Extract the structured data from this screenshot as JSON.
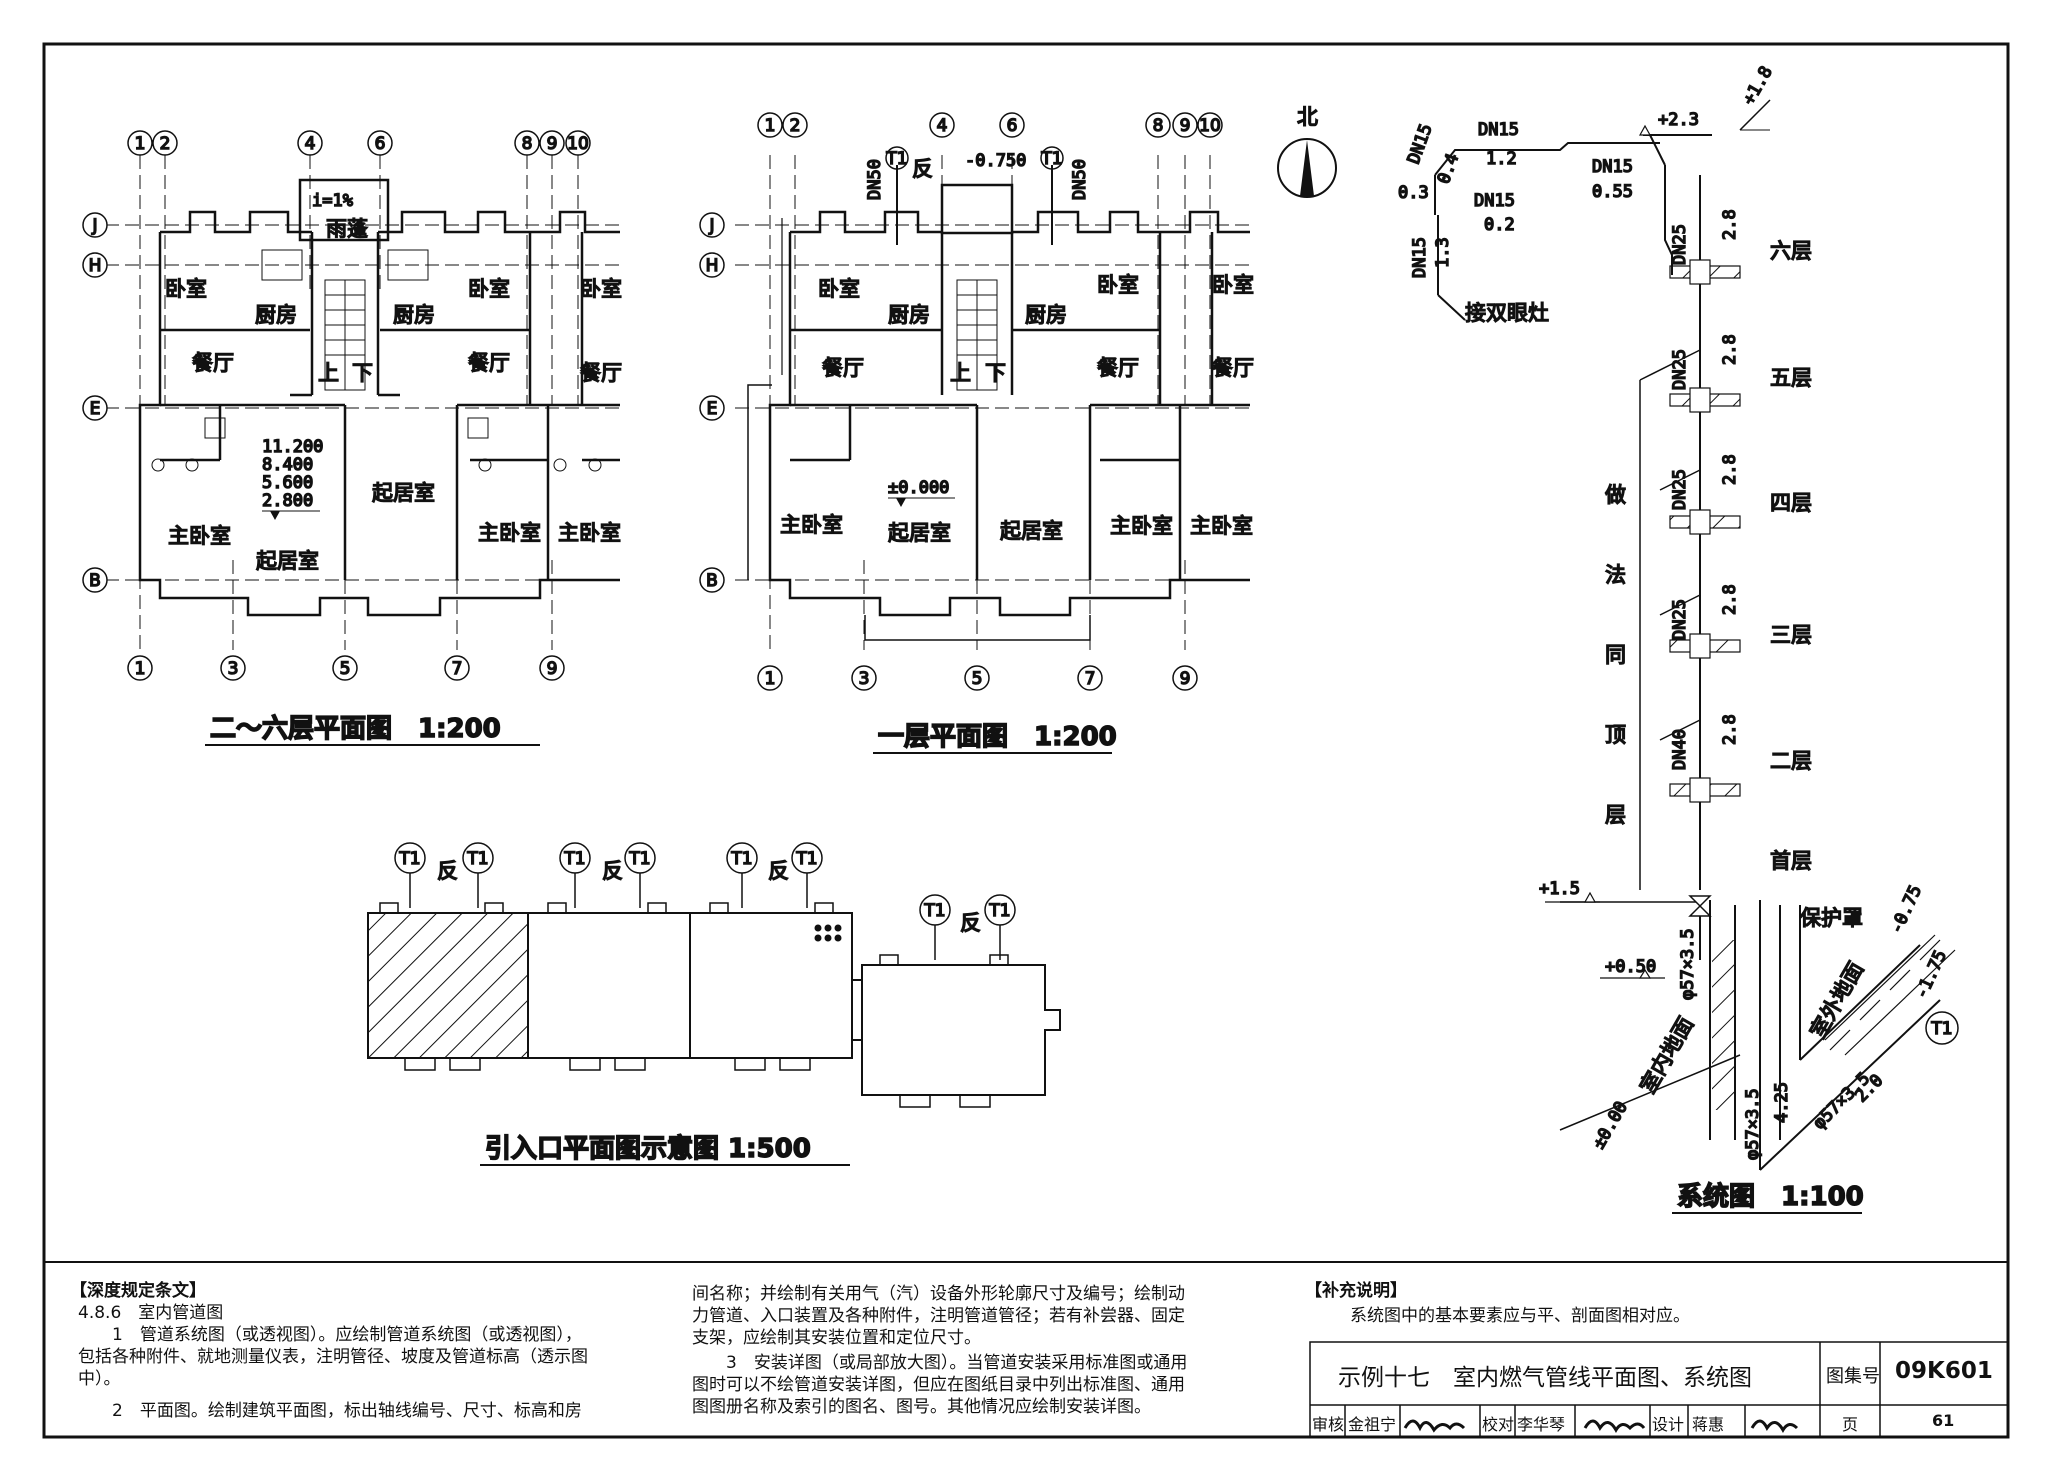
{
  "plans": {
    "upper": {
      "caption": "二～六层平面图　1:200",
      "rooms": [
        "卧室",
        "厨房",
        "厨房",
        "卧室",
        "卧室",
        "餐厅",
        "餐厅",
        "餐厅",
        "主卧室",
        "起居室",
        "起居室",
        "主卧室",
        "主卧室",
        "雨蓬"
      ],
      "slope": "i=1%",
      "stair": [
        "上",
        "下"
      ],
      "elevations": [
        "11.200",
        "8.400",
        "5.600",
        "2.800"
      ]
    },
    "ground": {
      "caption": "一层平面图　1:200",
      "rooms": [
        "卧室",
        "厨房",
        "厨房",
        "卧室",
        "卧室",
        "餐厅",
        "餐厅",
        "餐厅",
        "主卧室",
        "起居室",
        "起居室",
        "主卧室",
        "主卧室"
      ],
      "stair": [
        "上",
        "下"
      ],
      "elevation": "±0.000",
      "entrance_elev": "-0.750",
      "riser_labels": [
        "T1",
        "反",
        "T1"
      ],
      "pipe_sizes": [
        "DN50",
        "DN50"
      ]
    },
    "axes_top_upper": [
      "1",
      "2",
      "4",
      "6",
      "8",
      "9",
      "10"
    ],
    "axes_bottom_upper": [
      "1",
      "3",
      "5",
      "7",
      "9"
    ],
    "axes_top_ground": [
      "1",
      "2",
      "4",
      "6",
      "8",
      "9",
      "10"
    ],
    "axes_bottom_ground": [
      "1",
      "3",
      "5",
      "7",
      "9"
    ],
    "axes_side": [
      "J",
      "H",
      "E",
      "B"
    ],
    "north": "北"
  },
  "site": {
    "caption": "引入口平面图示意图 1:500",
    "tags": [
      "T1",
      "反",
      "T1",
      "T1",
      "反",
      "T1",
      "T1",
      "反",
      "T1",
      "T1",
      "反",
      "T1"
    ]
  },
  "system": {
    "caption": "系统图　1:100",
    "floors": [
      "六层",
      "五层",
      "四层",
      "三层",
      "二层",
      "首层"
    ],
    "note_vertical": [
      "做",
      "法",
      "同",
      "顶",
      "层"
    ],
    "labels": {
      "top_dn15_a": "DN15",
      "top_04": "0.4",
      "top_dn15_b": "DN15",
      "top_12": "1.2",
      "top_03": "0.3",
      "top_dn15_c": "DN15",
      "top_02": "0.2",
      "top_dn15_d": "DN15",
      "top_13": "1.3",
      "top_dn15_e": "DN15",
      "top_055": "0.55",
      "elev_23": "+2.3",
      "elev_18": "+1.8",
      "burner": "接双眼灶",
      "riser_sizes": [
        "DN25",
        "DN25",
        "DN25",
        "DN25",
        "DN40"
      ],
      "riser_len": [
        "2.8",
        "2.8",
        "2.8",
        "2.8",
        "2.8"
      ],
      "elev_15": "+1.5",
      "elev_050": "+0.50",
      "pipe_a": "φ57×3.5",
      "pipe_b": "φ57×3.5",
      "pipe_c": "φ57×3.5",
      "len_425": "4.25",
      "len_20": "2.0",
      "elev_000": "±0.00",
      "indoor": "室内地面",
      "outdoor": "室外地面",
      "cover": "保护罩",
      "elev_075": "-0.75",
      "elev_175": "-1.75",
      "tag": "T1"
    }
  },
  "notes_left": {
    "header": "【深度规定条文】",
    "lines": [
      "4.8.6　室内管道图",
      "　　1　管道系统图（或透视图）。应绘制管道系统图（或透视图），",
      "包括各种附件、就地测量仪表，注明管径、坡度及管道标高（透示图",
      "中）。",
      "　　2　平面图。绘制建筑平面图，标出轴线编号、尺寸、标高和房"
    ]
  },
  "notes_mid": {
    "lines": [
      "间名称；并绘制有关用气（汽）设备外形轮廓尺寸及编号；绘制动",
      "力管道、入口装置及各种附件，注明管道管径；若有补尝器、固定",
      "支架，应绘制其安装位置和定位尺寸。",
      "　　3　安装详图（或局部放大图）。当管道安装采用标准图或通用",
      "图时可以不绘管道安装详图，但应在图纸目录中列出标准图、通用",
      "图图册名称及索引的图名、图号。其他情况应绘制安装详图。"
    ]
  },
  "notes_right": {
    "header": "【补充说明】",
    "text": "系统图中的基本要素应与平、剖面图相对应。"
  },
  "title_block": {
    "title": "示例十七　室内燃气管线平面图、系统图",
    "atlas_label": "图集号",
    "atlas_no": "09K601",
    "review_label": "审核",
    "reviewer": "金祖宁",
    "check_label": "校对",
    "checker": "李华琴",
    "design_label": "设计",
    "designer": "蒋惠",
    "page_label": "页",
    "page_no": "61"
  }
}
